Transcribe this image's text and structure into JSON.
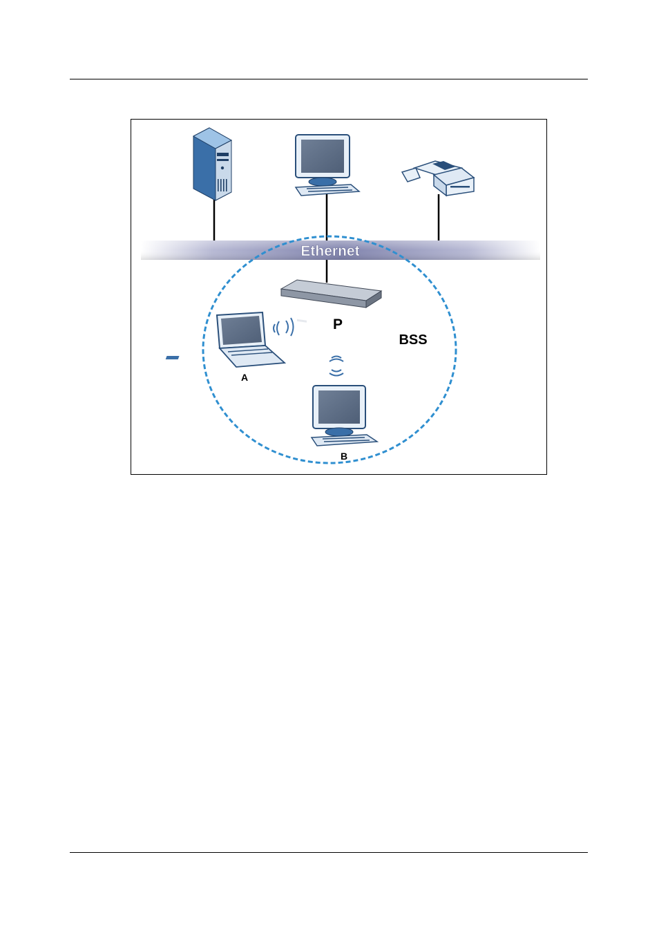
{
  "diagram": {
    "bus_label": "Ethernet",
    "access_point_label": "P",
    "bss_label": "BSS",
    "station_a_label": "A",
    "station_b_label": "B",
    "colors": {
      "bus": "#8a8fb8",
      "bss_boundary": "#2f8fd0",
      "device_blue": "#3a6fa8",
      "screen": "#5d6e86"
    },
    "nodes": [
      "server-tower-icon",
      "desktop-computer-icon",
      "printer-icon",
      "access-point-icon",
      "laptop-icon",
      "desktop-computer-icon"
    ]
  }
}
